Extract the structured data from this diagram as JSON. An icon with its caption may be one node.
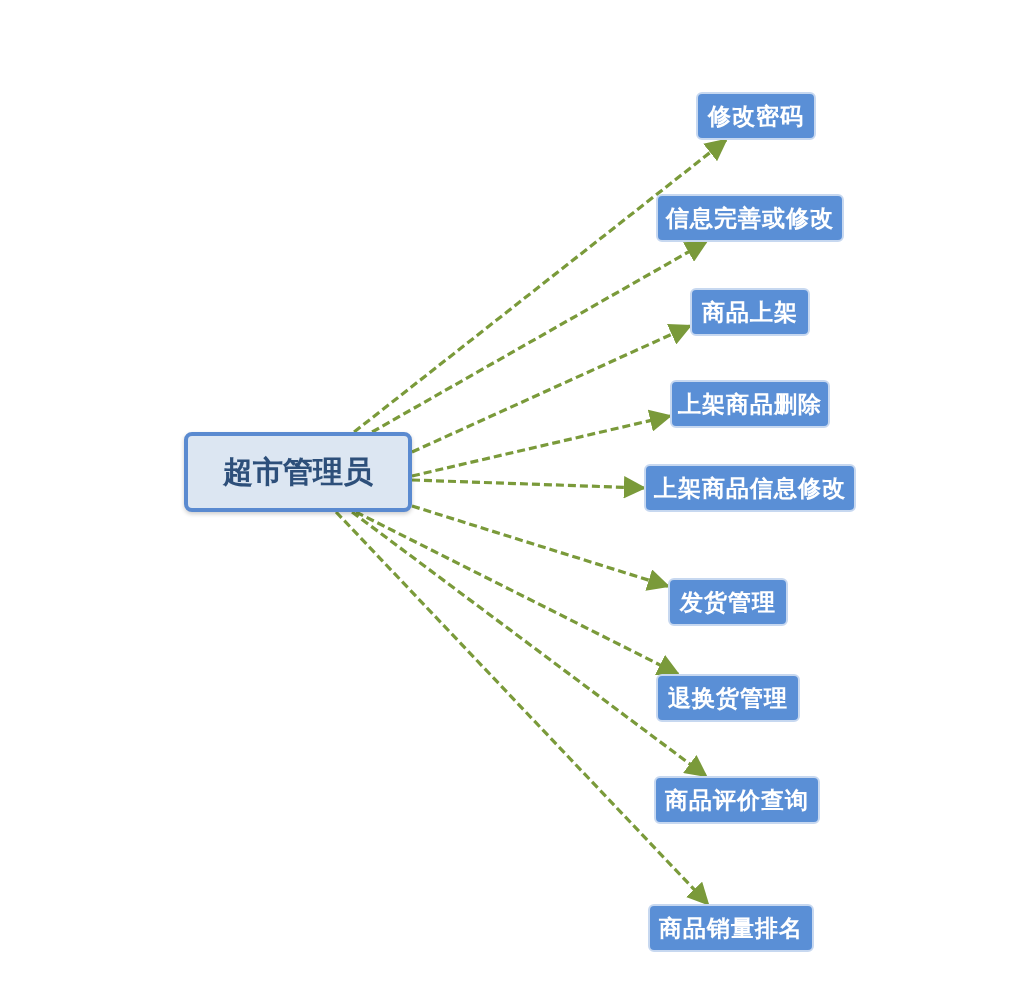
{
  "diagram": {
    "nodes": [
      {
        "text": [
          "超市管理员"
        ]
      },
      {
        "text": [
          "修改密码"
        ]
      },
      {
        "text": [
          "信息完善或修改"
        ]
      },
      {
        "text": [
          "商品上架"
        ]
      },
      {
        "text": [
          "上架商品删除"
        ]
      },
      {
        "text": [
          "上架商品信息修改"
        ]
      },
      {
        "text": [
          "发货管理"
        ]
      },
      {
        "text": [
          "退换货管理"
        ]
      },
      {
        "text": [
          "商品评价查询"
        ]
      },
      {
        "text": [
          "商品销量排名"
        ]
      }
    ],
    "edges": [
      {
        "from": 0,
        "to": 1,
        "arrow": "to",
        "style": "dashed"
      },
      {
        "from": 0,
        "to": 2,
        "arrow": "to",
        "style": "dashed"
      },
      {
        "from": 0,
        "to": 3,
        "arrow": "to",
        "style": "dashed"
      },
      {
        "from": 0,
        "to": 4,
        "arrow": "to",
        "style": "dashed"
      },
      {
        "from": 0,
        "to": 5,
        "arrow": "to",
        "style": "dashed"
      },
      {
        "from": 0,
        "to": 6,
        "arrow": "to",
        "style": "dashed"
      },
      {
        "from": 0,
        "to": 7,
        "arrow": "to",
        "style": "dashed"
      },
      {
        "from": 0,
        "to": 8,
        "arrow": "to",
        "style": "dashed"
      },
      {
        "from": 0,
        "to": 9,
        "arrow": "to",
        "style": "dashed"
      }
    ]
  }
}
